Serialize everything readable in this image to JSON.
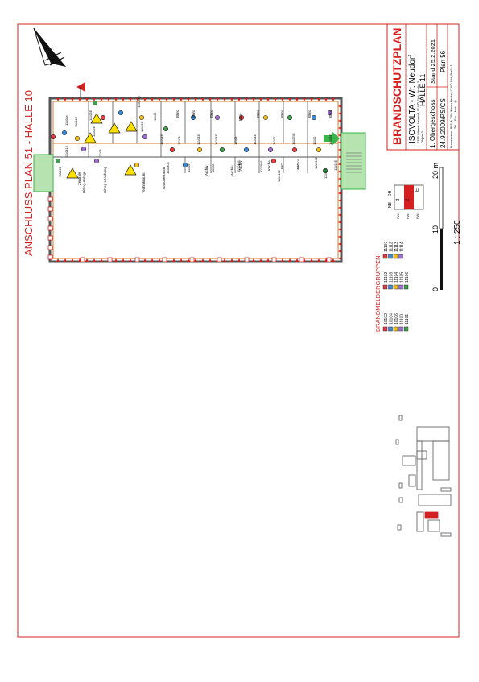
{
  "header": {
    "anschluss": "ANSCHLUSS  PLAN 51 - HALLE 10"
  },
  "title_block": {
    "title": "BRANDSCHUTZPLAN",
    "company": "ISOVOLTA - Wr. Neudorf",
    "address_lines": [
      "2355 Wiener Neudorf, IZ NÖ-Süd, Straße 3",
      "Objekt 3"
    ],
    "building": "HALLE 11",
    "floor": "1. Obergeschoss",
    "stand": "Stand 25.2.2021",
    "date_code": "24.9.2009/PS/CS",
    "plan_no": "Plan 56",
    "footer_label": "Planverfasser",
    "footer_lines": [
      "BFS, A-2355 Wiener Neudorf, IZ NÖ-Süd, Straße 3",
      "Tel. ... Fax ... Mail ... @..."
    ]
  },
  "scale": {
    "tick_labels": [
      "0",
      "10",
      "20 m"
    ],
    "ratio": "1 : 250"
  },
  "legend_nb": {
    "headers": [
      "NB",
      "DH"
    ],
    "rows": [
      {
        "label": "FW4",
        "nb": "3",
        "dh": ""
      },
      {
        "label": "FW4",
        "nb": "2",
        "dh": ""
      },
      {
        "label": "FW4",
        "nb": "",
        "dh": "E"
      }
    ]
  },
  "brandmelder": {
    "title": "BRANDMELDERGRUPPEN",
    "columns": [
      [
        "10102",
        "10104",
        "10106",
        "11100",
        "11101"
      ],
      [
        "11102",
        "11103",
        "11104",
        "11105",
        "11106"
      ],
      [
        "11107",
        "11112",
        "11113",
        "11114"
      ]
    ]
  },
  "rooms": [
    "Technikraum",
    "Raucherraum",
    "Archiv",
    "Archiv",
    "Archiv",
    "Büro",
    "Büro",
    "Büro",
    "Büro",
    "Büro",
    "Büro",
    "Büro",
    "Büro",
    "Zentrale",
    "HiFog-Anlage",
    "HiFog-Löschung",
    "Küche",
    "WC",
    "WC"
  ],
  "detector_ids": [
    "1110ae",
    "11104E",
    "1110416",
    "11104E",
    "111051E",
    "11106",
    "11105E",
    "11106E",
    "11102E",
    "11103",
    "11104E",
    "11103",
    "11104E",
    "11104E",
    "11103",
    "11104E",
    "11101",
    "1110E/E",
    "11102",
    "11103E",
    "1110401",
    "11103",
    "11102",
    "1110401",
    "1110501",
    "1110402",
    "1110301",
    "1110302",
    "11103E",
    "11102E"
  ],
  "colors": {
    "frame": "#d42020",
    "wall": "#555555",
    "outline": "#e07820",
    "exit": "#39b54a",
    "warn": "#ffe000"
  },
  "icons": [
    "north-arrow-icon",
    "exit-arrow-icon",
    "warning-triangle-icon",
    "detector-icon",
    "fire-flag-icon"
  ]
}
